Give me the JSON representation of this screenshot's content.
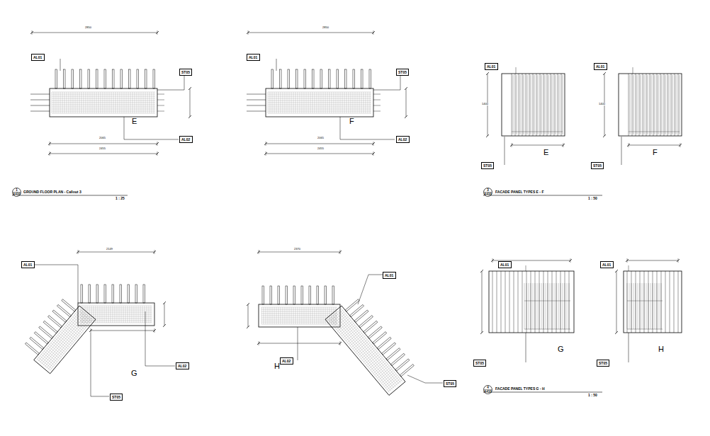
{
  "diagram": {
    "nodes": [
      {
        "text": [
          "AL01"
        ]
      },
      {
        "text": [
          "ST05"
        ]
      },
      {
        "text": [
          "AL02"
        ]
      },
      {
        "text": [
          "AL01"
        ]
      },
      {
        "text": [
          "ST05"
        ]
      },
      {
        "text": [
          "AL02"
        ]
      },
      {
        "text": [
          "AL01"
        ]
      },
      {
        "text": [
          "AL01"
        ]
      },
      {
        "text": [
          "ST05"
        ]
      },
      {
        "text": [
          "ST05"
        ]
      },
      {
        "text": [
          "1",
          "A410"
        ]
      },
      {
        "text": [
          "3",
          "A410"
        ]
      },
      {
        "text": [
          "AL01"
        ]
      },
      {
        "text": [
          "AL02"
        ]
      },
      {
        "text": [
          "ST05"
        ]
      },
      {
        "text": [
          "AL01"
        ]
      },
      {
        "text": [
          "AL02"
        ]
      },
      {
        "text": [
          "ST05"
        ]
      },
      {
        "text": [
          "AL01"
        ]
      },
      {
        "text": [
          "AL01"
        ]
      },
      {
        "text": [
          "ST05"
        ]
      },
      {
        "text": [
          "ST05"
        ]
      },
      {
        "text": [
          "4",
          "A410"
        ]
      }
    ],
    "labels": [
      "2850",
      "E",
      "2065",
      "2455",
      "2850",
      "F",
      "2065",
      "2455",
      "1400",
      "E",
      "1400",
      "F",
      "GROUND FLOOR PLAN - Callout 3",
      "1 : 25",
      "FACADE PANEL TYPES E - F",
      "1 : 50",
      "2149",
      "G",
      "2370",
      "H",
      "G",
      "H",
      "FACADE PANEL TYPES G - H",
      "1 : 50"
    ]
  }
}
